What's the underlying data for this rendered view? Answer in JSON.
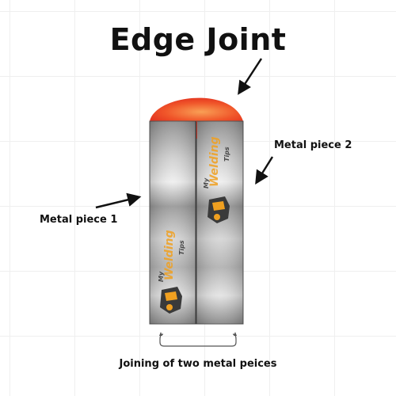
{
  "diagram": {
    "title": "Edge Joint",
    "labels": {
      "piece1": "Metal piece 1",
      "piece2": "Metal piece 2",
      "caption": "Joining of two metal peices"
    },
    "watermark": {
      "line1": "My",
      "line2": "Welding",
      "line3": "Tips"
    },
    "colors": {
      "weld": "#ef3b24",
      "weld_highlight": "#f7a25a",
      "metal_dark": "#8c8c8c",
      "metal_light": "#e0e0e0",
      "watermark_orange": "#f0a020",
      "arrow": "#111111"
    }
  }
}
